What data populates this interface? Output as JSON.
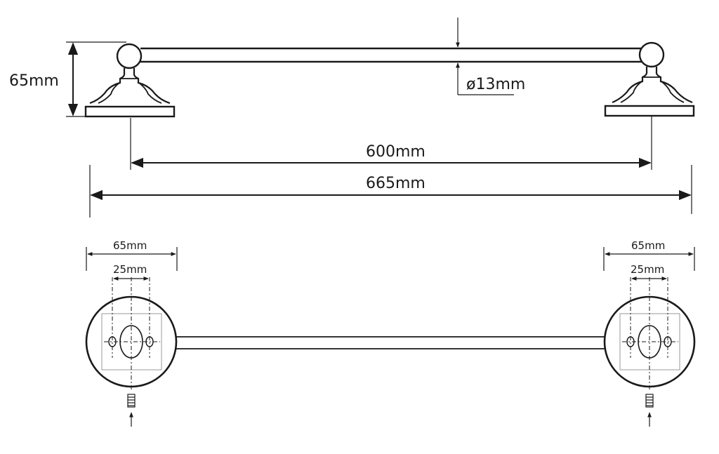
{
  "labels": {
    "height": "65mm",
    "rod_diameter": "ø13mm",
    "center_distance": "600mm",
    "overall_length": "665mm",
    "left_base_width": "65mm",
    "left_hole_spacing": "25mm",
    "right_base_width": "65mm",
    "right_hole_spacing": "25mm"
  }
}
